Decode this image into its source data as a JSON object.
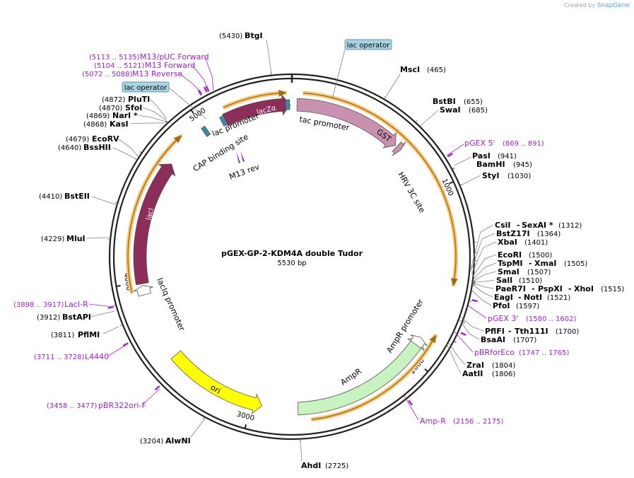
{
  "credit": {
    "prefix": "Created by",
    "brand": "SnapGene"
  },
  "plasmid": {
    "name": "pGEX-GP-2-KDM4A double Tudor",
    "size_label": "5530 bp",
    "length": 5530
  },
  "ticks": [
    {
      "pos": 1000,
      "label": "1000"
    },
    {
      "pos": 2000,
      "label": "2000"
    },
    {
      "pos": 3000,
      "label": "3000"
    },
    {
      "pos": 4000,
      "label": "4000"
    },
    {
      "pos": 5000,
      "label": "5000"
    }
  ],
  "features": [
    {
      "name": "lacZα",
      "type": "arrow",
      "start": 5130,
      "end": 5520,
      "dir": 1,
      "color": "#8c2d5a",
      "inside": true,
      "r": 215
    },
    {
      "name": "lacI",
      "type": "arrow",
      "start": 3990,
      "end": 4725,
      "dir": 1,
      "color": "#8c2d5a",
      "inside": true,
      "r": 215
    },
    {
      "name": "GST",
      "type": "arrow",
      "start": 30,
      "end": 660,
      "dir": 1,
      "color": "#c991b0",
      "inside": true,
      "r": 215
    },
    {
      "name": "AmpR",
      "type": "arrow",
      "start": 1880,
      "end": 2730,
      "dir": -1,
      "color": "#c8f2c0",
      "inside": false,
      "r": 215
    },
    {
      "name": "ori",
      "type": "arrow",
      "start": 2940,
      "end": 3530,
      "dir": -1,
      "color": "#ffff00",
      "inside": true,
      "r": 215
    },
    {
      "name": "lacIq promoter",
      "type": "arrow",
      "start": 3925,
      "end": 3980,
      "dir": 1,
      "color": "#ffffff",
      "inside": false,
      "r": 215
    },
    {
      "name": "AmpR promoter",
      "type": "arrow",
      "start": 1875,
      "end": 1925,
      "dir": -1,
      "color": "#ffffff",
      "inside": false,
      "r": 215
    },
    {
      "name": "HRV 3C site",
      "type": "arrow",
      "start": 670,
      "end": 700,
      "dir": 1,
      "color": "#c991b0",
      "inside": false,
      "r": 215
    }
  ],
  "small_features": [
    {
      "name": "lac operator",
      "pos": 5000,
      "color": "#3a8ea0"
    },
    {
      "name": "lac operator",
      "pos": 5120,
      "color": "#3a8ea0"
    },
    {
      "name": "lac operator",
      "pos": 5505,
      "color": "#3a8ea0"
    }
  ],
  "orf_arcs": [
    {
      "start": 5150,
      "end": 5500,
      "dir": 1,
      "r": 232
    },
    {
      "start": 60,
      "end": 1540,
      "dir": 1,
      "r": 232
    },
    {
      "start": 3950,
      "end": 4880,
      "dir": 1,
      "r": 232
    },
    {
      "start": 1820,
      "end": 2660,
      "dir": -1,
      "r": 232
    }
  ],
  "feature_labels": {
    "lac_promoter": "lac promoter",
    "cap_site": "CAP binding site",
    "m13_rev": "M13 rev",
    "tac_promoter": "tac promoter",
    "lac_op_tag_top": "lac operator",
    "lac_op_tag_left": "lac operator",
    "hrv": "HRV 3C site",
    "ampr_promoter": "AmpR promoter",
    "lacIq_promoter": "lacIq promoter",
    "ampr": "AmpR",
    "ori": "ori",
    "gst": "GST",
    "lacZ": "lacZα",
    "lacI": "lacI"
  },
  "sites": [
    {
      "name": "BtgI",
      "pos": "(5430)"
    },
    {
      "name": "MscI",
      "pos": "(465)"
    },
    {
      "name": "BstBI",
      "pos": "(655)"
    },
    {
      "name": "SwaI",
      "pos": "(685)"
    },
    {
      "name": "PasI",
      "pos": "(941)"
    },
    {
      "name": "BamHI",
      "pos": "(945)"
    },
    {
      "name": "StyI",
      "pos": "(1030)"
    },
    {
      "name": "CsiI",
      "extra": "SexAI *",
      "pos": "(1312)"
    },
    {
      "name": "BstZ17I",
      "pos": "(1364)"
    },
    {
      "name": "XbaI",
      "pos": "(1401)"
    },
    {
      "name": "EcoRI",
      "pos": "(1500)"
    },
    {
      "name": "TspMI",
      "extra": "XmaI",
      "pos": "(1505)"
    },
    {
      "name": "SmaI",
      "pos": "(1507)"
    },
    {
      "name": "SalI",
      "pos": "(1510)"
    },
    {
      "name": "PaeR7I",
      "extra": "PspXI",
      "extra2": "XhoI",
      "pos": "(1515)"
    },
    {
      "name": "EagI",
      "extra": "NotI",
      "pos": "(1521)"
    },
    {
      "name": "PfoI",
      "pos": "(1597)"
    },
    {
      "name": "PflFI",
      "extra": "Tth111I",
      "pos": "(1700)"
    },
    {
      "name": "BsaAI",
      "pos": "(1707)"
    },
    {
      "name": "ZraI",
      "pos": "(1804)"
    },
    {
      "name": "AatII",
      "pos": "(1806)"
    },
    {
      "name": "AhdI",
      "pos": "(2725)"
    },
    {
      "name": "AlwNI",
      "pos": "(3204)"
    },
    {
      "name": "PflMI",
      "pos": "(3811)"
    },
    {
      "name": "BstAPI",
      "pos": "(3912)"
    },
    {
      "name": "MluI",
      "pos": "(4229)"
    },
    {
      "name": "BstEII",
      "pos": "(4410)"
    },
    {
      "name": "BssHII",
      "pos": "(4640)"
    },
    {
      "name": "EcoRV",
      "pos": "(4679)"
    },
    {
      "name": "KasI",
      "pos": "(4868)"
    },
    {
      "name": "NarI *",
      "pos": "(4869)"
    },
    {
      "name": "SfoI",
      "pos": "(4870)"
    },
    {
      "name": "PluTI",
      "pos": "(4872)"
    }
  ],
  "primers": [
    {
      "name": "M13/pUC Forward",
      "pos": "(5113 .. 5135)"
    },
    {
      "name": "M13 Forward",
      "pos": "(5104 .. 5121)"
    },
    {
      "name": "M13 Reverse",
      "pos": "(5072 .. 5088)"
    },
    {
      "name": "pGEX 5'",
      "pos": "(869 .. 891)"
    },
    {
      "name": "pGEX 3'",
      "pos": "(1580 .. 1602)"
    },
    {
      "name": "pBRforEco",
      "pos": "(1747 .. 1765)"
    },
    {
      "name": "Amp-R",
      "pos": "(2156 .. 2175)"
    },
    {
      "name": "pBR322ori-F",
      "pos": "(3458 .. 3477)"
    },
    {
      "name": "L4440",
      "pos": "(3711 .. 3728)"
    },
    {
      "name": "LacI-R",
      "pos": "(3898 .. 3917)"
    }
  ],
  "primer_marks": [
    5120,
    5110,
    5080,
    880,
    1590,
    1755,
    2165,
    3467,
    3720,
    3907
  ],
  "site_marks": [
    5430,
    465,
    655,
    685,
    941,
    945,
    1030,
    1312,
    1364,
    1401,
    1500,
    1505,
    1507,
    1510,
    1515,
    1521,
    1597,
    1700,
    1707,
    1804,
    1806,
    2725,
    3204,
    3811,
    3912,
    4229,
    4410,
    4640,
    4679,
    4868,
    4869,
    4870,
    4872
  ]
}
